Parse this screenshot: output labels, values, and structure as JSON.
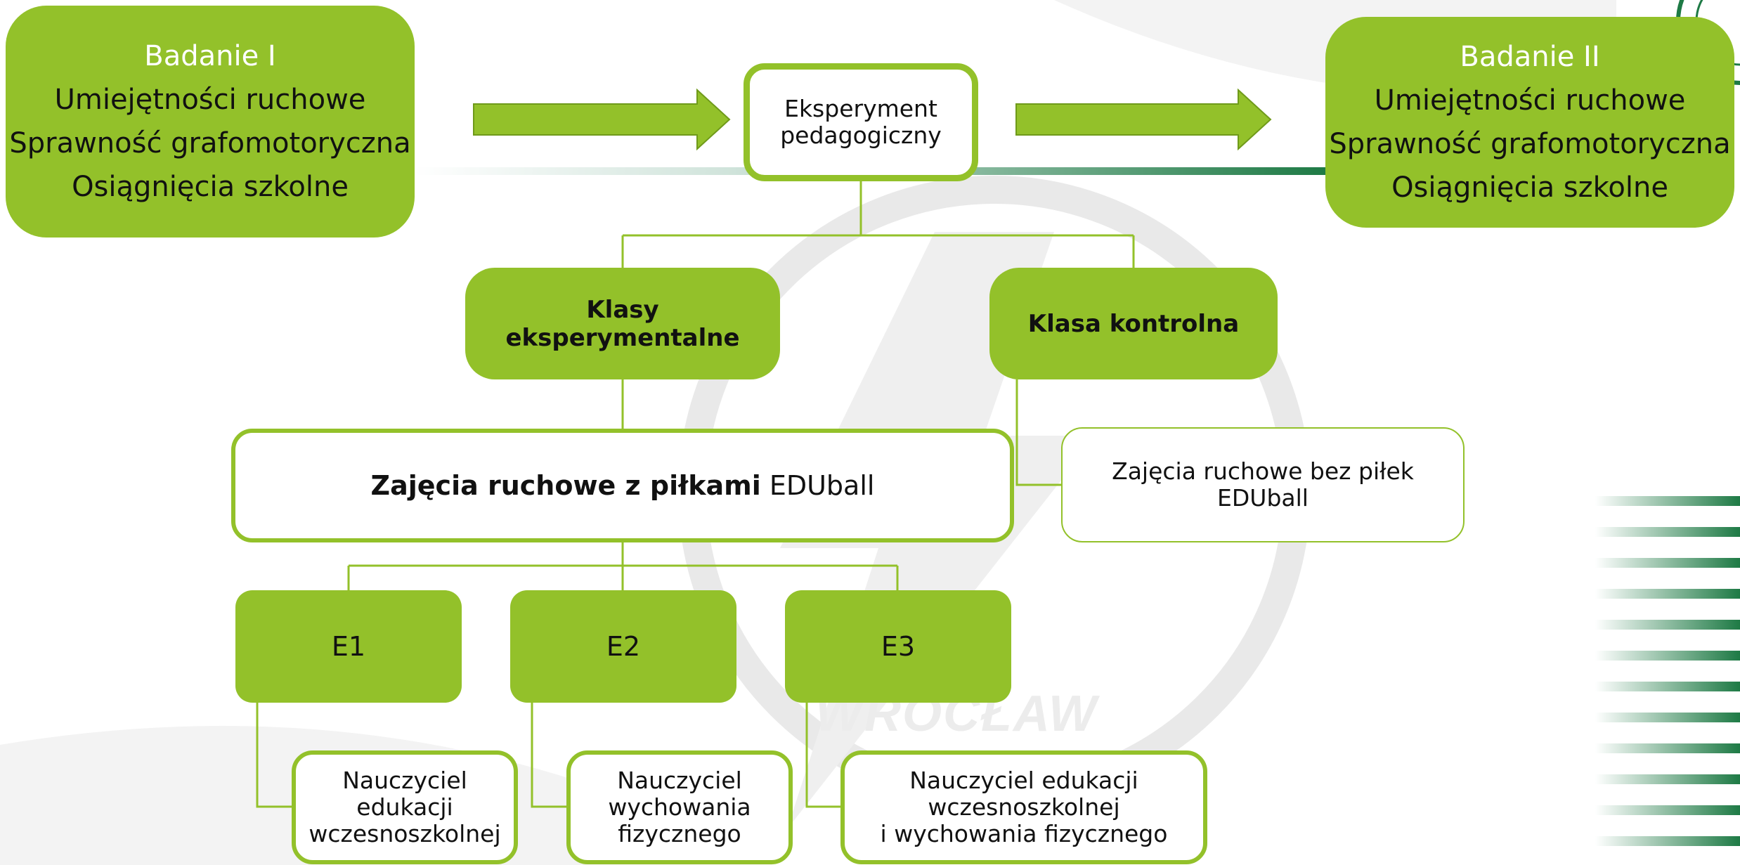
{
  "colors": {
    "green": "#93c12a",
    "dark_green": "#1e7a45",
    "watermark": "#e8e8e8"
  },
  "study1": {
    "title": "Badanie I",
    "lines": [
      "Umiejętności ruchowe",
      "Sprawność grafomotoryczna",
      "Osiągnięcia szkolne"
    ]
  },
  "study2": {
    "title": "Badanie II",
    "lines": [
      "Umiejętności ruchowe",
      "Sprawność grafomotoryczna",
      "Osiągnięcia szkolne"
    ]
  },
  "experiment": {
    "label": "Eksperyment\npedagogiczny"
  },
  "groups": {
    "experimental": "Klasy eksperymentalne",
    "control": "Klasa kontrolna"
  },
  "activities": {
    "with_balls_bold": "Zajęcia ruchowe z piłkami",
    "with_balls_brand": " EDUball",
    "without_balls": "Zajęcia ruchowe bez piłek\nEDUball"
  },
  "subgroups": [
    {
      "code": "E1",
      "teacher": "Nauczyciel\nedukacji\nwczesnoszkolnej"
    },
    {
      "code": "E2",
      "teacher": "Nauczyciel\nwychowania\nfizycznego"
    },
    {
      "code": "E3",
      "teacher": "Nauczyciel edukacji\nwczesnoszkolnej\ni wychowania fizycznego"
    }
  ],
  "watermark_text": "WROCŁAW"
}
